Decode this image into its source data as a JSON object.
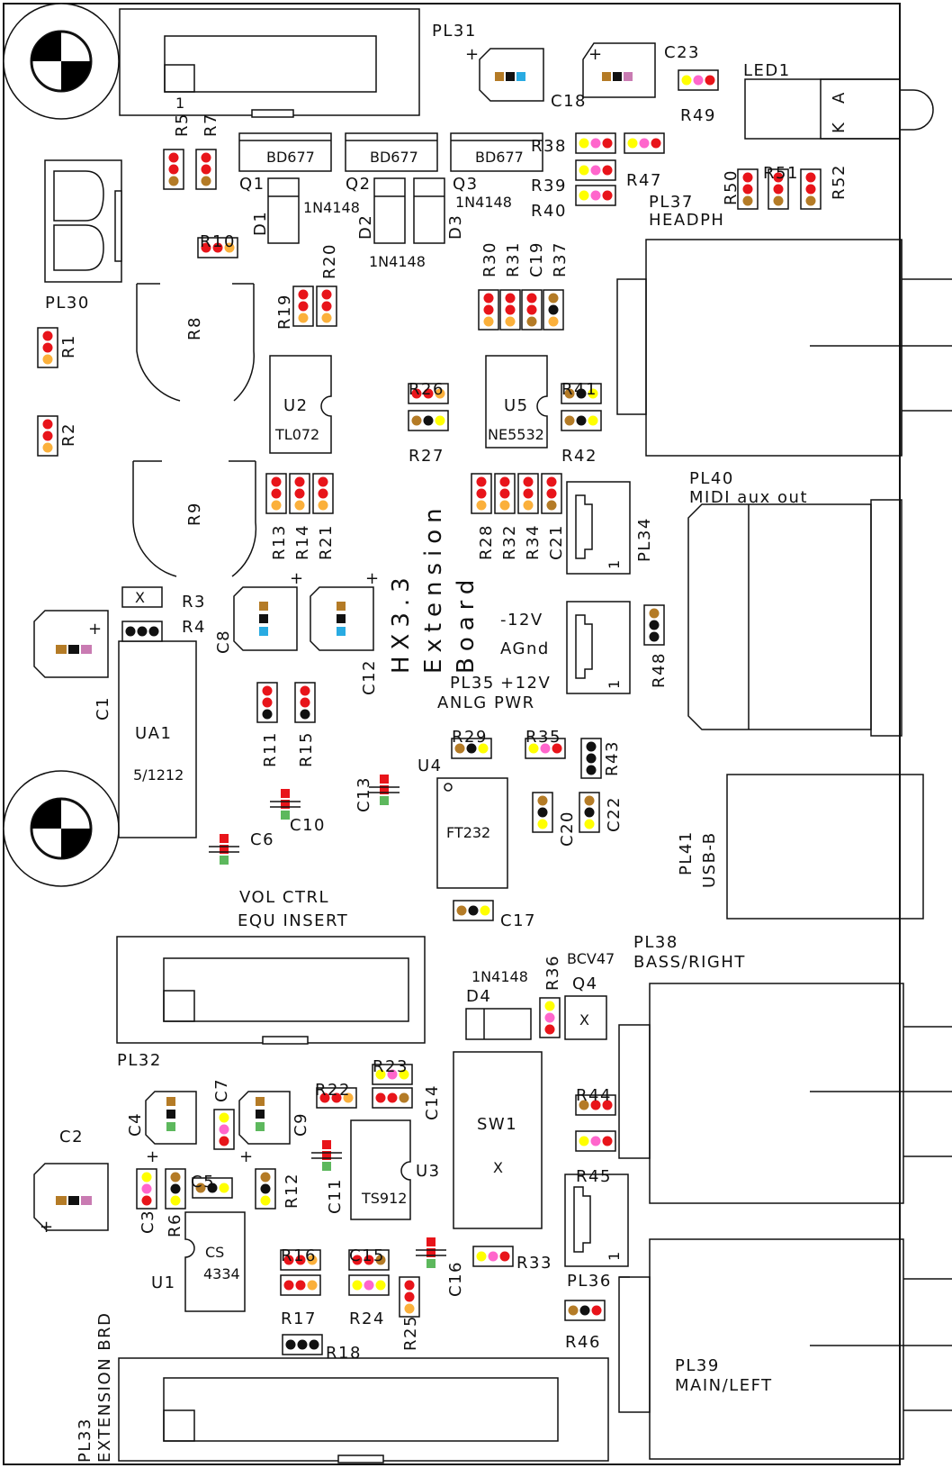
{
  "board": {
    "title_line1": "HX3.3",
    "title_line2": "Extension",
    "title_line3": "Board"
  },
  "connectors": {
    "PL31": "PL31",
    "PL30": "PL30",
    "PL32": "PL32",
    "PL33": "PL33",
    "PL33_desc": "EXTENSION BRD",
    "PL34": "PL34",
    "PL35": "PL35",
    "PL35_desc": "ANLG PWR",
    "PL36": "PL36",
    "PL37": "PL37",
    "PL37_desc": "HEADPH",
    "PL38": "PL38",
    "PL38_desc": "BASS/RIGHT",
    "PL39": "PL39",
    "PL39_desc": "MAIN/LEFT",
    "PL40": "PL40",
    "PL40_desc": "MIDI aux out",
    "PL41": "PL41",
    "PL41_desc": "USB-B",
    "pin1": "1",
    "m12v": "-12V",
    "agnd": "AGnd",
    "p12v": "+12V",
    "vol_ctrl": "VOL CTRL",
    "equ_insert": "EQU INSERT"
  },
  "semis": {
    "Q1": "Q1",
    "Q2": "Q2",
    "Q3": "Q3",
    "Q4": "Q4",
    "bd677": "BD677",
    "bcv47": "BCV47",
    "D1": "D1",
    "D2": "D2",
    "D3": "D3",
    "D4": "D4",
    "n4148": "1N4148",
    "U1": "U1",
    "U2": "U2",
    "U3": "U3",
    "U4": "U4",
    "U5": "U5",
    "UA1": "UA1",
    "cs4334a": "CS",
    "cs4334b": "4334",
    "tl072": "TL072",
    "ne5532": "NE5532",
    "ts912": "TS912",
    "ft232": "FT232",
    "ua1_val": "5/1212",
    "SW1": "SW1",
    "x": "X",
    "LED1": "LED1",
    "K": "K",
    "A": "A"
  },
  "parts": {
    "R1": "R1",
    "R2": "R2",
    "R3": "R3",
    "R4": "R4",
    "R5": "R5",
    "R6": "R6",
    "R7": "R7",
    "R8": "R8",
    "R9": "R9",
    "R10": "R10",
    "R11": "R11",
    "R12": "R12",
    "R13": "R13",
    "R14": "R14",
    "R15": "R15",
    "R16": "R16",
    "R17": "R17",
    "R18": "R18",
    "R19": "R19",
    "R20": "R20",
    "R21": "R21",
    "R22": "R22",
    "R23": "R23",
    "R24": "R24",
    "R25": "R25",
    "R26": "R26",
    "R27": "R27",
    "R28": "R28",
    "R29": "R29",
    "R30": "R30",
    "R31": "R31",
    "R32": "R32",
    "R33": "R33",
    "R34": "R34",
    "R35": "R35",
    "R36": "R36",
    "R37": "R37",
    "R38": "R38",
    "R39": "R39",
    "R40": "R40",
    "R41": "R41",
    "R42": "R42",
    "R43": "R43",
    "R44": "R44",
    "R45": "R45",
    "R46": "R46",
    "R47": "R47",
    "R48": "R48",
    "R49": "R49",
    "R50": "R50",
    "R51": "R51",
    "R52": "R52",
    "C1": "C1",
    "C2": "C2",
    "C3": "C3",
    "C4": "C4",
    "C5": "C5",
    "C6": "C6",
    "C7": "C7",
    "C8": "C8",
    "C9": "C9",
    "C10": "C10",
    "C11": "C11",
    "C12": "C12",
    "C13": "C13",
    "C14": "C14",
    "C15": "C15",
    "C16": "C16",
    "C17": "C17",
    "C18": "C18",
    "C19": "C19",
    "C20": "C20",
    "C21": "C21",
    "C22": "C22",
    "C23": "C23",
    "plus": "+"
  },
  "colors": {
    "red": "#e8141a",
    "orange": "#fbb03b",
    "yellow": "#ffff00",
    "brown": "#b47b26",
    "black": "#111111",
    "pink": "#ff66cc",
    "blue": "#29abe2",
    "green": "#5db85d",
    "violet": "#c97bb2"
  }
}
